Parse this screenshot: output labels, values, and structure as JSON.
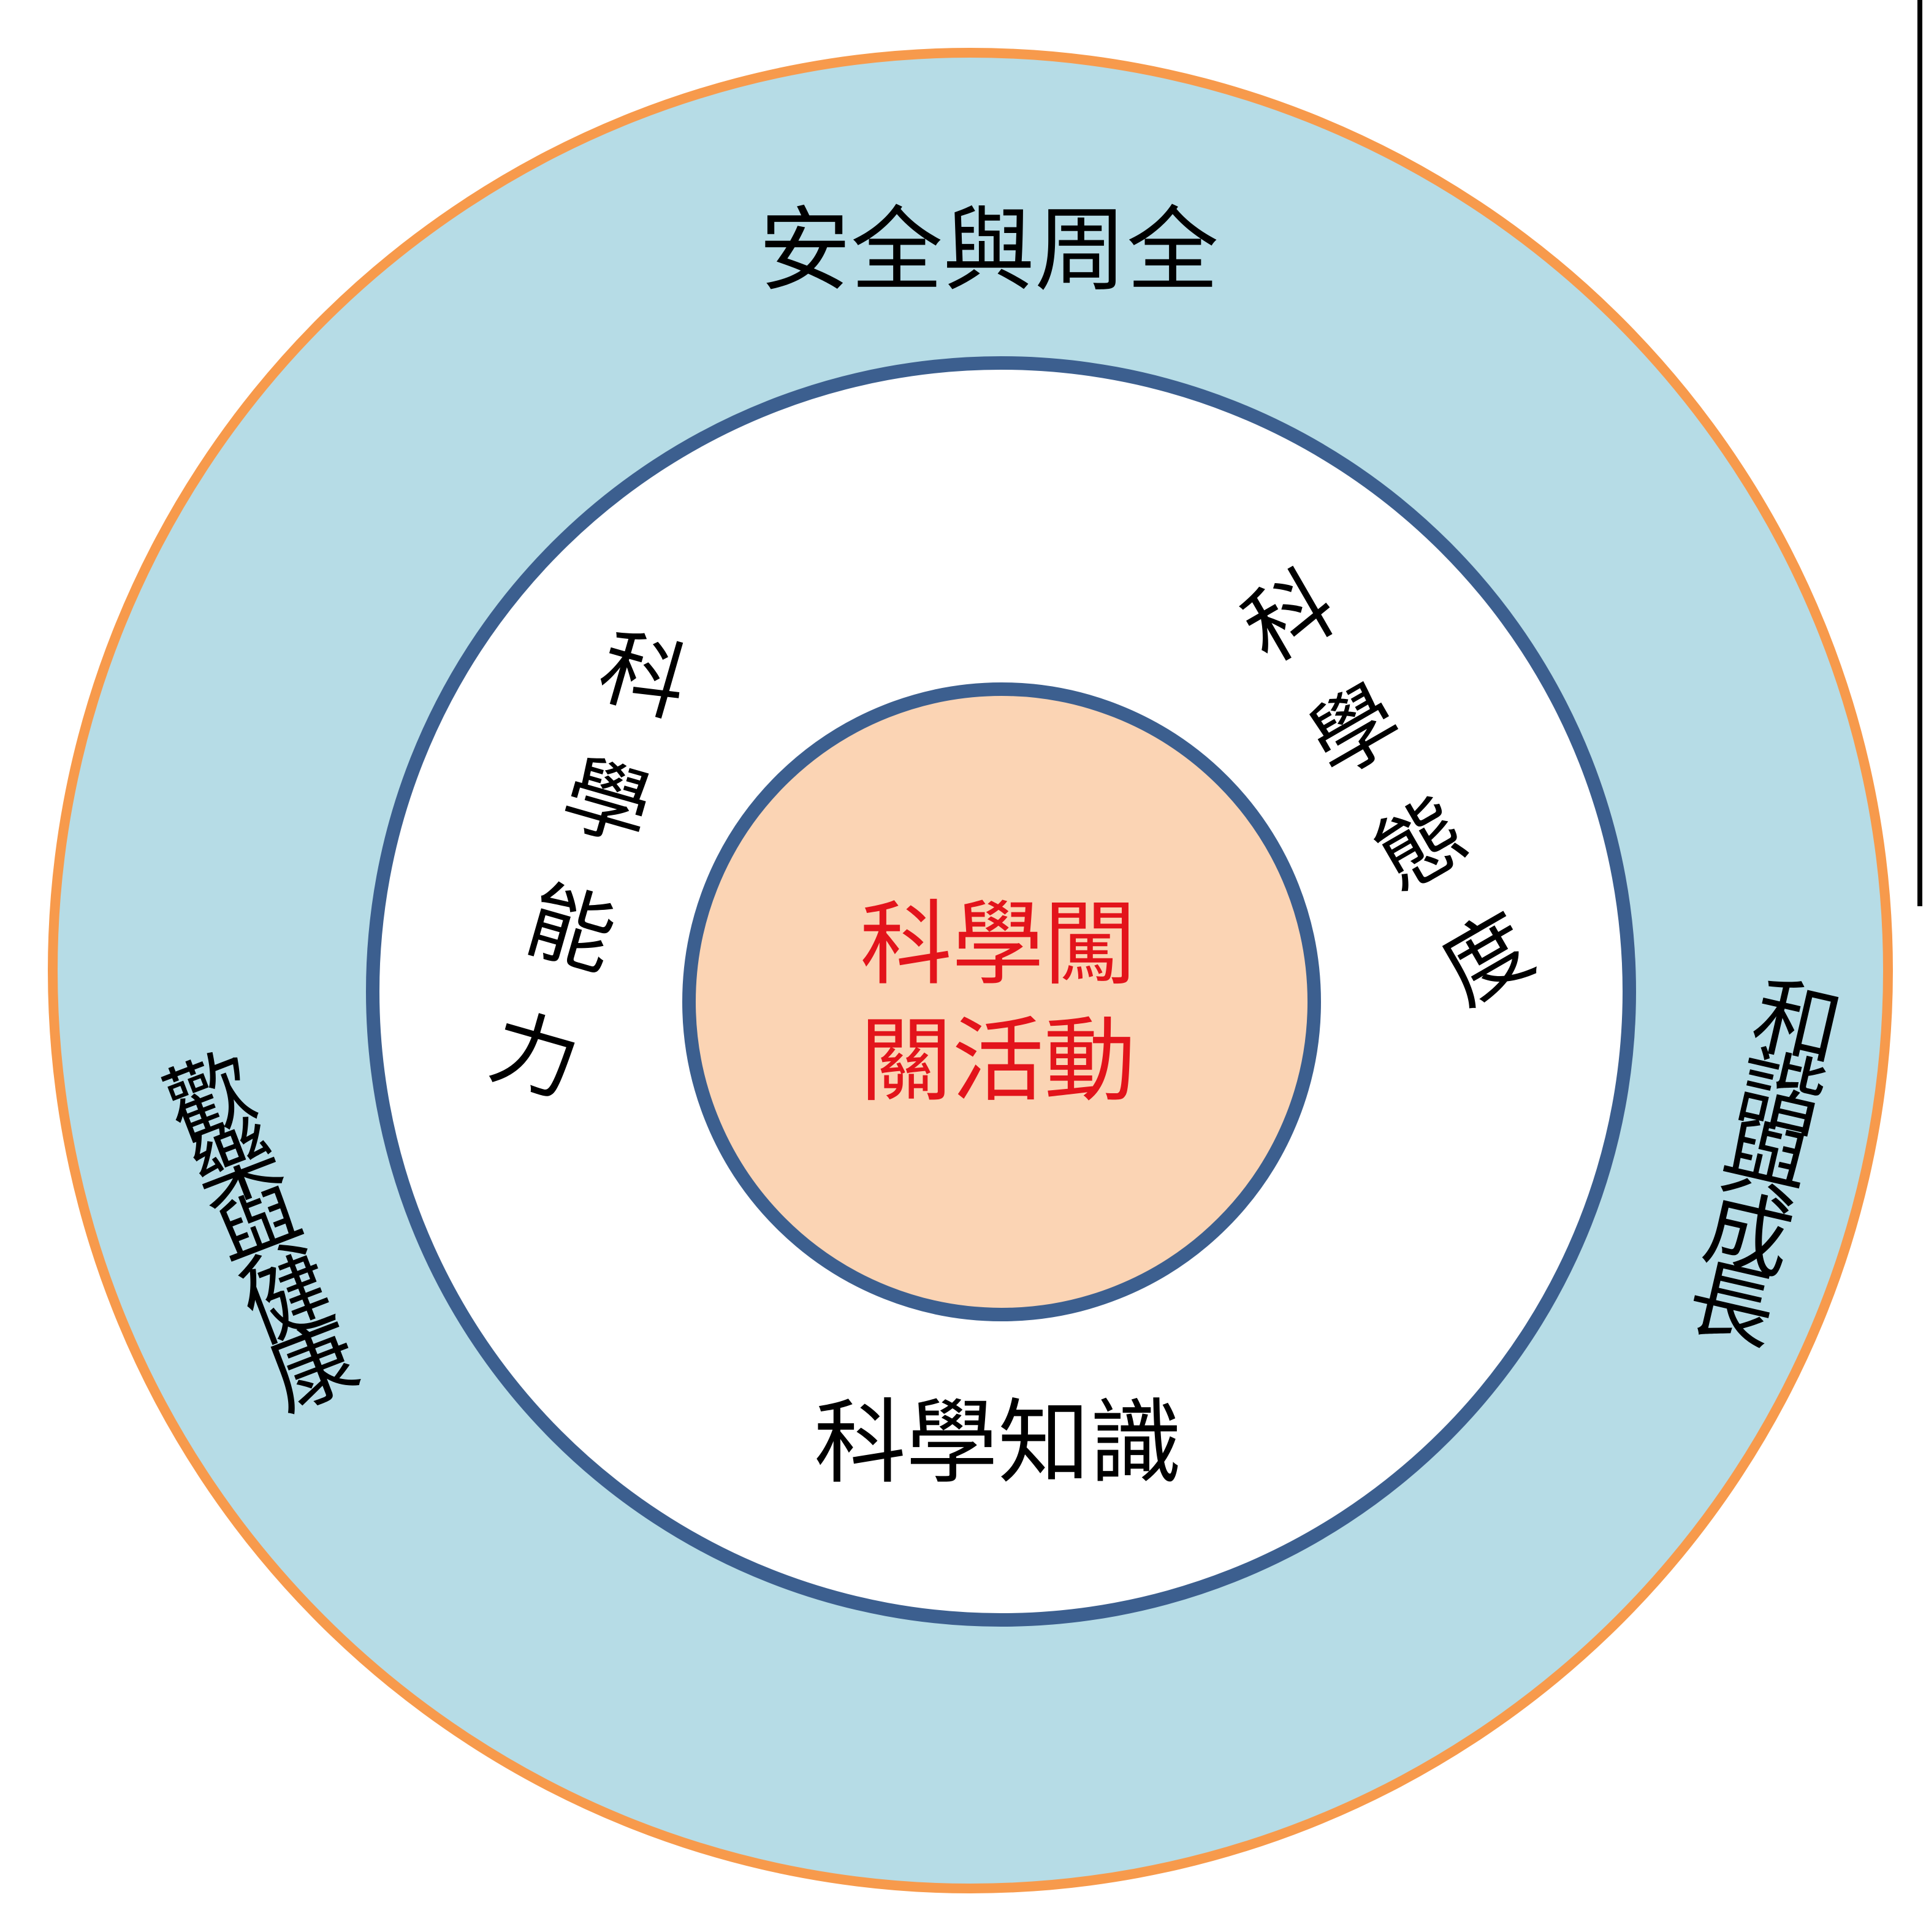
{
  "colors": {
    "outer_ring_fill": "#b6dce6",
    "outer_ring_border": "#f79a4c",
    "middle_ring_fill": "#ffffff",
    "middle_ring_border": "#3c5f8f",
    "core_fill": "#fbd4b4",
    "core_border": "#3c5f8f",
    "text": "#000000",
    "core_text": "#e3141b"
  },
  "outer_ring": {
    "top_label": "安全與周全",
    "left_label": "歡樂與健康",
    "right_label": "和諧與成長"
  },
  "middle_ring": {
    "left_label": "科學能力",
    "right_label": "科學態度",
    "bottom_label": "科學知識"
  },
  "core": {
    "line1": "科學闖",
    "line2": "關活動"
  }
}
